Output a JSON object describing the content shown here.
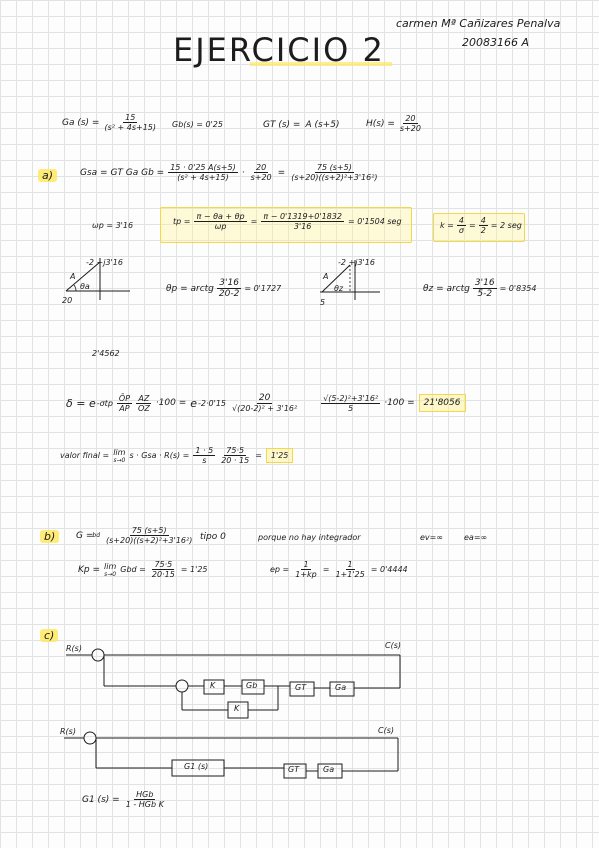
{
  "header": {
    "author": "carmen Mª Cañizares Penalva",
    "student_id": "20083166 A",
    "title": "EJERCICIO 2"
  },
  "givens": {
    "ga_label": "Ga (s) =",
    "ga_num": "15",
    "ga_den": "(s² + 4s+15)",
    "gb": "Gb(s) = 0'25",
    "gt_label": "GT (s) =",
    "gt_expr": "A (s+5)",
    "h_label": "H(s) =",
    "h_num": "20",
    "h_den": "s+20"
  },
  "part_a": {
    "label": "a)",
    "gsa_lhs": "Gsa = GT Ga Gb =",
    "gsa_num1": "15 · 0'25 A(s+5)",
    "gsa_den1": "(s² + 4s+15)",
    "gsa_times": "·",
    "gsa_num2": "20",
    "gsa_den2": "s+20",
    "gsa_eq": "=",
    "gsa_num3": "75 (s+5)",
    "gsa_den3": "(s+20)((s+2)²+3'16²)",
    "wd_note": "ωp = 3'16",
    "tp_label": "tp =",
    "tp_num": "π − θa + θp",
    "tp_den": "ωp",
    "tp_eq1": "=",
    "tp_num2": "π − 0'1319+0'1832",
    "tp_den2": "3'16",
    "tp_result": "= 0'1504 seg",
    "k_label": "k =",
    "k_num": "4",
    "k_den": "σ",
    "k_eq": "=",
    "k_num2": "4",
    "k_den2": "2",
    "k_result": "= 2 seg",
    "plot1_top": "-2 +j3'16",
    "plot1_a": "A",
    "plot1_theta": "θa",
    "plot1_bottom": "20",
    "theta_p_label": "θp = arctg",
    "theta_p_num": "3'16",
    "theta_p_den": "20-2",
    "theta_p_result": "= 0'1727",
    "plot2_top": "-2 +j3'16",
    "plot2_a": "A",
    "plot2_theta": "θz",
    "plot2_bottom": "5",
    "theta_z_label": "θz = arctg",
    "theta_z_num": "3'16",
    "theta_z_den": "5-2",
    "theta_z_result": "= 0'8354",
    "angle_note": "2'4562",
    "delta_label": "δ = e",
    "delta_exp": "-σtp",
    "delta_frac1_num": "ŌP",
    "delta_frac1_den": "AP",
    "delta_frac2_num": "AZ",
    "delta_frac2_den": "OZ",
    "delta_mult": "·100 =",
    "delta_e2": "e",
    "delta_exp2": "-2·0'15",
    "delta_frac3_num": "20",
    "delta_frac3_den": "√(20-2)² + 3'16²",
    "delta_frac4_num": "√(5-2)²+3'16²",
    "delta_frac4_den": "5",
    "delta_result_pre": "·100 =",
    "delta_result": "21'8056",
    "final_label": "valor final =",
    "final_lim": "lim",
    "final_lim_sub": "s→0",
    "final_expr": "s · Gsa · R(s) =",
    "final_num1": "1 · 5",
    "final_den1": "s",
    "final_num2": "75·5",
    "final_den2": "20 · 15",
    "final_eq": "=",
    "final_result": "1'25"
  },
  "part_b": {
    "label": "b)",
    "g_lhs": "G =",
    "g_sub": "bd",
    "g_num": "75 (s+5)",
    "g_den": "(s+20)((s+2)²+3'16²)",
    "tipo": "tipo 0",
    "reason": "porque no hay integrador",
    "ev": "ev=∞",
    "ea": "ea=∞",
    "kp_label": "Kp =",
    "kp_lim": "lim",
    "kp_lim_sub": "s→0",
    "kp_expr": "Gbd =",
    "kp_num": "75·5",
    "kp_den": "20·15",
    "kp_result": "= 1'25",
    "ep_label": "ep =",
    "ep_num": "1",
    "ep_den": "1+kp",
    "ep_eq": "=",
    "ep_num2": "1",
    "ep_den2": "1+1'25",
    "ep_result": "= 0'4444"
  },
  "part_c": {
    "label": "c)",
    "d1_in": "R(s)",
    "d1_out": "C(s)",
    "d1_k": "K",
    "d1_gb": "Gb",
    "d1_gt": "GT",
    "d1_ga": "Ga",
    "d1_kfb": "K",
    "d2_in": "R(s)",
    "d2_out": "C(s)",
    "d2_g1": "G1 (s)",
    "d2_gt": "GT",
    "d2_ga": "Ga",
    "g1_label": "G1 (s) =",
    "g1_num": "HGb",
    "g1_den": "1 - HGb K"
  }
}
